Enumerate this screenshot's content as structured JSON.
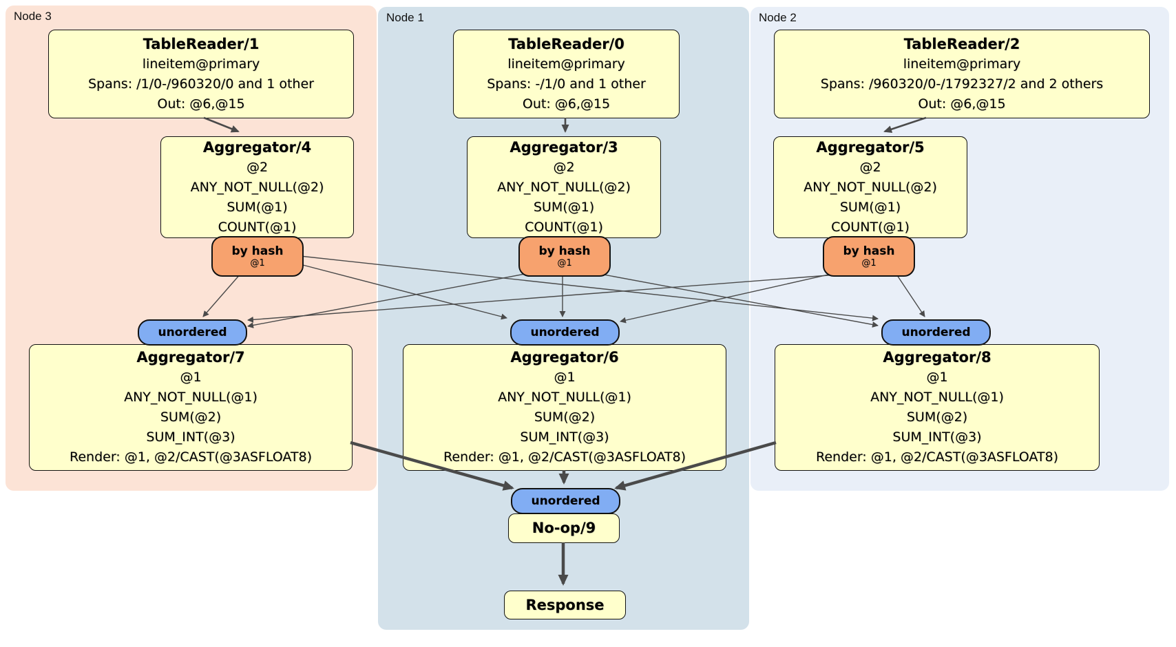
{
  "regions": {
    "node3": {
      "label": "Node 3"
    },
    "node1": {
      "label": "Node 1"
    },
    "node2": {
      "label": "Node 2"
    }
  },
  "nodes": {
    "tr1": {
      "title": "TableReader/1",
      "lines": [
        "lineitem@primary",
        "Spans: /1/0-/960320/0 and 1 other",
        "Out: @6,@15"
      ]
    },
    "tr0": {
      "title": "TableReader/0",
      "lines": [
        "lineitem@primary",
        "Spans: -/1/0 and 1 other",
        "Out: @6,@15"
      ]
    },
    "tr2": {
      "title": "TableReader/2",
      "lines": [
        "lineitem@primary",
        "Spans: /960320/0-/1792327/2 and 2 others",
        "Out: @6,@15"
      ]
    },
    "agg4": {
      "title": "Aggregator/4",
      "lines": [
        "@2",
        "ANY_NOT_NULL(@2)",
        "SUM(@1)",
        "COUNT(@1)"
      ]
    },
    "agg3": {
      "title": "Aggregator/3",
      "lines": [
        "@2",
        "ANY_NOT_NULL(@2)",
        "SUM(@1)",
        "COUNT(@1)"
      ]
    },
    "agg5": {
      "title": "Aggregator/5",
      "lines": [
        "@2",
        "ANY_NOT_NULL(@2)",
        "SUM(@1)",
        "COUNT(@1)"
      ]
    },
    "agg7": {
      "title": "Aggregator/7",
      "lines": [
        "@1",
        "ANY_NOT_NULL(@1)",
        "SUM(@2)",
        "SUM_INT(@3)",
        "Render: @1, @2/CAST(@3ASFLOAT8)"
      ]
    },
    "agg6": {
      "title": "Aggregator/6",
      "lines": [
        "@1",
        "ANY_NOT_NULL(@1)",
        "SUM(@2)",
        "SUM_INT(@3)",
        "Render: @1, @2/CAST(@3ASFLOAT8)"
      ]
    },
    "agg8": {
      "title": "Aggregator/8",
      "lines": [
        "@1",
        "ANY_NOT_NULL(@1)",
        "SUM(@2)",
        "SUM_INT(@3)",
        "Render: @1, @2/CAST(@3ASFLOAT8)"
      ]
    },
    "noop": {
      "title": "No-op/9"
    },
    "response": {
      "title": "Response"
    }
  },
  "routers": {
    "byhash3": {
      "label": "by hash",
      "sub": "@1"
    },
    "byhash1": {
      "label": "by hash",
      "sub": "@1"
    },
    "byhash2": {
      "label": "by hash",
      "sub": "@1"
    }
  },
  "syncs": {
    "unordered3": {
      "label": "unordered"
    },
    "unordered1": {
      "label": "unordered"
    },
    "unordered2": {
      "label": "unordered"
    },
    "unordered_final": {
      "label": "unordered"
    }
  },
  "colors": {
    "region_node3_bg": "#fce3d6",
    "region_node1_bg": "#d3e1ea",
    "region_node2_bg": "#e9eff8",
    "node_bg": "#ffffcc",
    "router_bg": "#f7a26e",
    "sync_bg": "#81adf3",
    "edge": "#4a4a4a",
    "border": "#111111"
  }
}
